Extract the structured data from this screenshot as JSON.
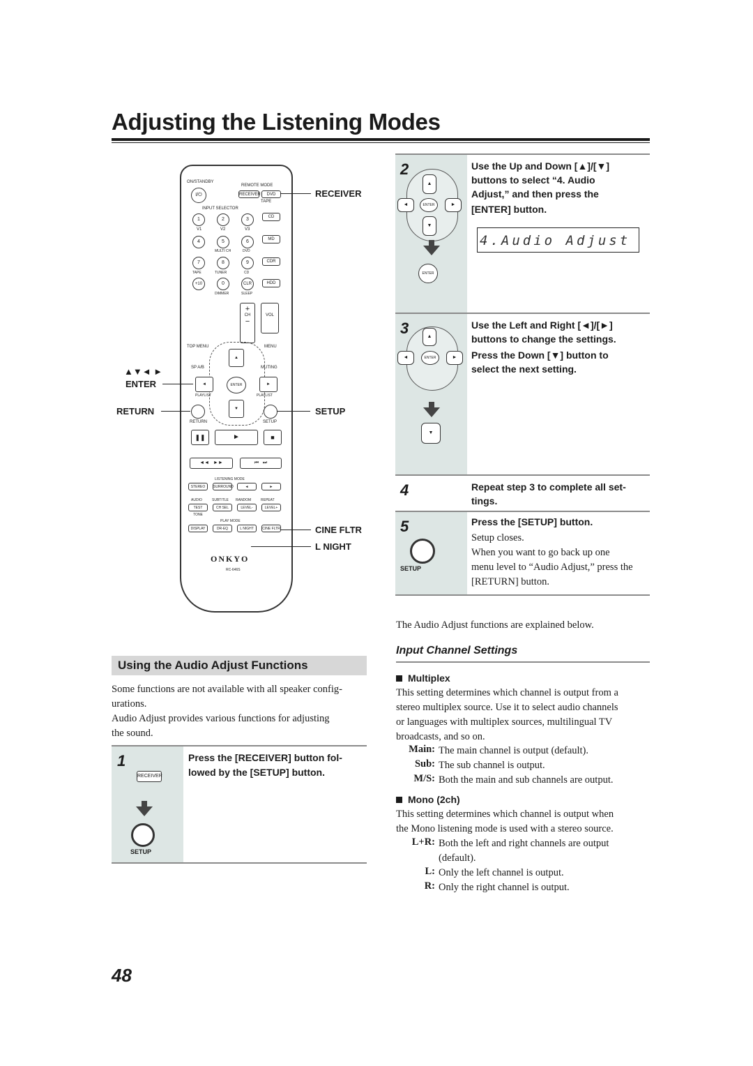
{
  "title": "Adjusting the Listening Modes",
  "remote": {
    "top_labels": {
      "on_standby": "ON/STANDBY",
      "remote_mode": "REMOTE MODE",
      "receiver": "RECEIVER",
      "dvd": "DVD",
      "tape": "TAPE",
      "input_selector": "INPUT SELECTOR"
    },
    "number_keys": [
      "1",
      "2",
      "3",
      "4",
      "5",
      "6",
      "7",
      "8",
      "9",
      "+10",
      "0",
      "CLR"
    ],
    "sub_labels": [
      "V1",
      "V2",
      "V3",
      "MULTI CH",
      "DVD",
      "TAPE",
      "TUNER",
      "CD",
      "DIMMER",
      "SLEEP"
    ],
    "side_keys": [
      "CD",
      "MD",
      "CDR",
      "HDD"
    ],
    "ch_label": "CH",
    "vol_label": "VOL",
    "nav_labels": {
      "top_menu": "TOP MENU",
      "menu": "MENU",
      "sp_ab": "SP A/B",
      "muting": "MUTING",
      "enter": "ENTER",
      "playlist_l": "PLAYLIST",
      "playlist_r": "PLAYLIST",
      "return": "RETURN",
      "setup": "SETUP"
    },
    "listening_mode": "LISTENING MODE",
    "lm_keys": [
      "STEREO",
      "SURROUND"
    ],
    "row_labels": [
      "AUDIO",
      "SUBTITLE",
      "RANDOM",
      "REPEAT"
    ],
    "row_keys": [
      "TEST TONE",
      "CH SEL",
      "LEVEL-",
      "LEVEL+"
    ],
    "play_mode": "PLAY MODE",
    "pm_keys": [
      "DISPLAY",
      "DR-EQ",
      "L NIGHT",
      "CINE FLTR"
    ],
    "brand": "ONKYO",
    "model": "RC-646S"
  },
  "callouts": {
    "receiver": "RECEIVER",
    "arrows": "▲▼◄ ►",
    "enter": "ENTER",
    "return": "RETURN",
    "setup": "SETUP",
    "cine_fltr": "CINE FLTR",
    "l_night": "L NIGHT"
  },
  "section_heading": "Using the Audio Adjust Functions",
  "intro_p1": "Some functions are not available with all speaker config-urations.",
  "intro_p1_a": "Some functions are not available with all speaker config-",
  "intro_p1_b": "urations.",
  "intro_p2_a": "Audio Adjust provides various functions for adjusting",
  "intro_p2_b": "the sound.",
  "steps": {
    "s1": {
      "num": "1",
      "line1": "Press the [RECEIVER] button fol-",
      "line2": "lowed by the [SETUP] button.",
      "btn1": "RECEIVER",
      "btn2": "SETUP"
    },
    "s2": {
      "num": "2",
      "line1": "Use the Up and Down [▲]/[▼]",
      "line2": "buttons to select “4. Audio",
      "line3": "Adjust,” and then press the",
      "line4": "[ENTER] button.",
      "enter": "ENTER",
      "lcd": "4.Audio Adjust"
    },
    "s3": {
      "num": "3",
      "line1": "Use the Left and Right [◄]/[►]",
      "line2": "buttons to change the settings.",
      "line3": "Press the Down [▼] button to",
      "line4": "select the next setting.",
      "enter": "ENTER"
    },
    "s4": {
      "num": "4",
      "line1": "Repeat step 3 to complete all set-",
      "line2": "tings."
    },
    "s5": {
      "num": "5",
      "line1": "Press the [SETUP] button.",
      "p1": "Setup closes.",
      "p2a": "When you want to go back up one",
      "p2b": "menu level to “Audio Adjust,” press the",
      "p2c": "[RETURN] button.",
      "btn": "SETUP"
    }
  },
  "explained": "The Audio Adjust functions are explained below.",
  "subheading": "Input Channel Settings",
  "multiplex": {
    "head": "Multiplex",
    "lines": [
      "This setting determines which channel is output from a",
      "stereo multiplex source. Use it to select audio channels",
      "or languages with multiplex sources, multilingual TV",
      "broadcasts, and so on."
    ],
    "items": [
      {
        "key": "Main:",
        "val": "The main channel is output (default)."
      },
      {
        "key": "Sub:",
        "val": "The sub channel is output."
      },
      {
        "key": "M/S:",
        "val": "Both the main and sub channels are output."
      }
    ]
  },
  "mono": {
    "head": "Mono (2ch)",
    "lines": [
      "This setting determines which channel is output when",
      "the Mono listening mode is used with a stereo source."
    ],
    "items": [
      {
        "key": "L+R:",
        "val": "Both the left and right channels are output",
        "val2": "(default)."
      },
      {
        "key": "L:",
        "val": "Only the left channel is output."
      },
      {
        "key": "R:",
        "val": "Only the right channel is output."
      }
    ]
  },
  "page_number": "48"
}
